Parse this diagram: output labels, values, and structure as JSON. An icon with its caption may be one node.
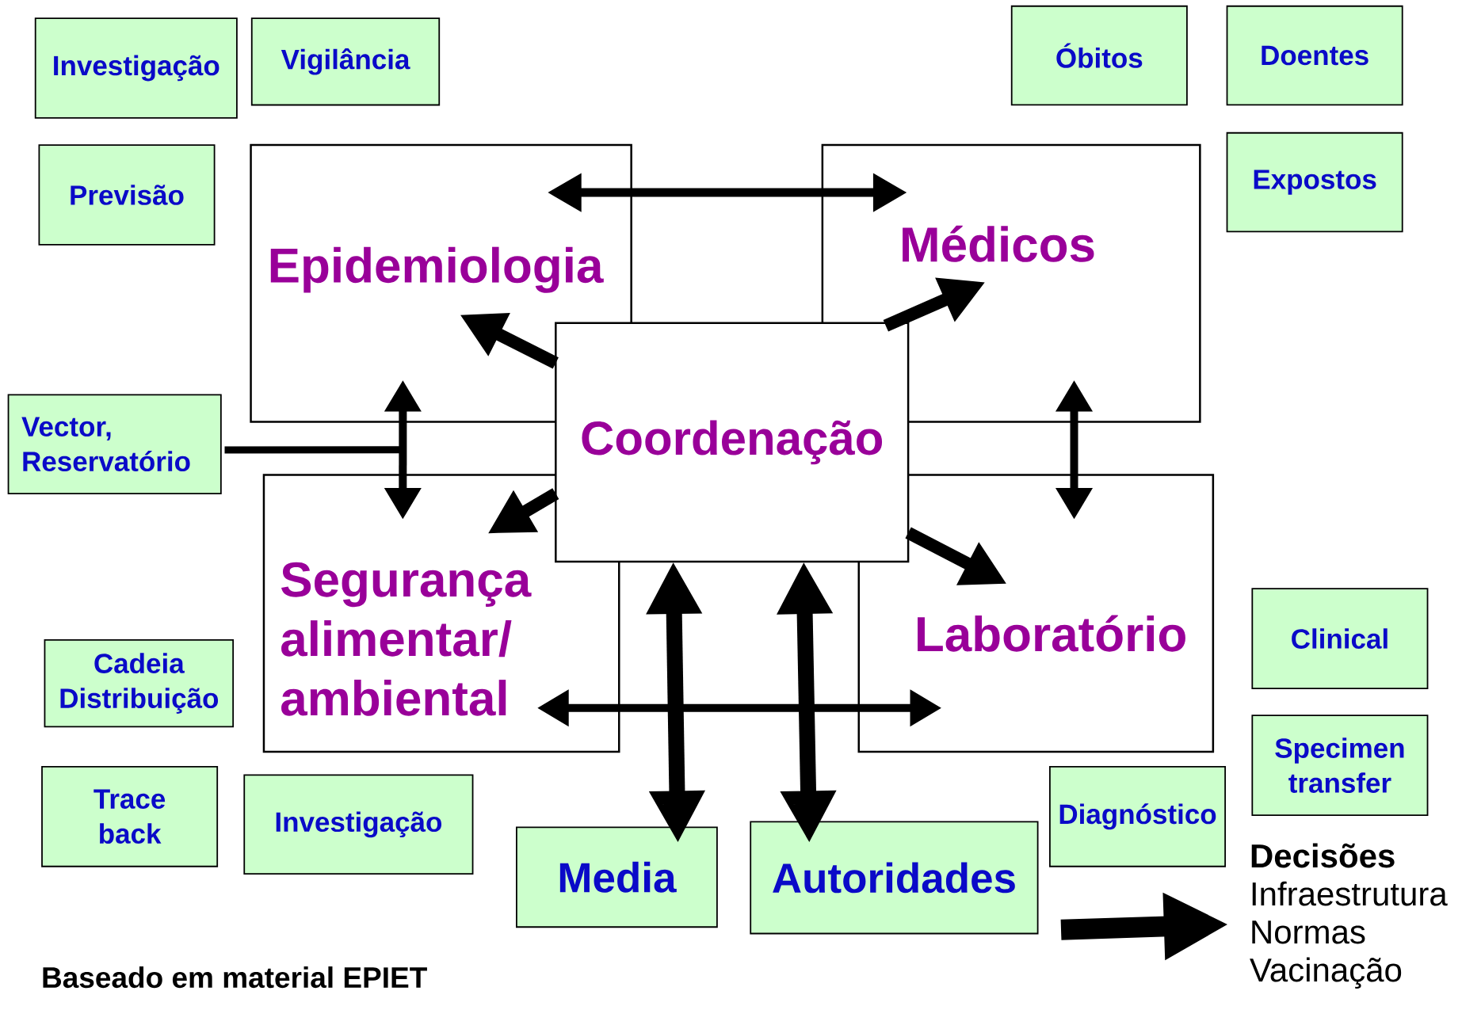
{
  "diagram": {
    "caption": "Baseado em material EPIET",
    "nodes": [
      {
        "text": [
          "Investigação"
        ]
      },
      {
        "text": [
          "Vigilância"
        ]
      },
      {
        "text": [
          "Óbitos"
        ]
      },
      {
        "text": [
          "Doentes"
        ]
      },
      {
        "text": [
          "Previsão"
        ]
      },
      {
        "text": [
          "Epidemiologia"
        ]
      },
      {
        "text": [
          "Médicos"
        ]
      },
      {
        "text": [
          "Expostos"
        ]
      },
      {
        "text": [
          "Coordenação"
        ]
      },
      {
        "text": [
          "Vector, Reservatório"
        ]
      },
      {
        "text": [
          "Segurança alimentar/ ambiental"
        ]
      },
      {
        "text": [
          "Laboratório"
        ]
      },
      {
        "text": [
          "Clinical"
        ]
      },
      {
        "text": [
          "Cadeia Distribuição"
        ]
      },
      {
        "text": [
          "Specimen transfer"
        ]
      },
      {
        "text": [
          "Trace back"
        ]
      },
      {
        "text": [
          "Investigação"
        ]
      },
      {
        "text": [
          "Diagnóstico"
        ]
      },
      {
        "text": [
          "Media"
        ]
      },
      {
        "text": [
          "Autoridades"
        ]
      },
      {
        "text": [
          "Decisões",
          "Infraestrutura Normas Vacinação"
        ]
      }
    ],
    "edges": [
      {
        "from": 5,
        "to": 6,
        "arrow": "both"
      },
      {
        "from": 8,
        "to": 5,
        "arrow": "to"
      },
      {
        "from": 8,
        "to": 6,
        "arrow": "to"
      },
      {
        "from": 8,
        "to": 10,
        "arrow": "to"
      },
      {
        "from": 8,
        "to": 11,
        "arrow": "to"
      },
      {
        "from": 5,
        "to": 10,
        "arrow": "both"
      },
      {
        "from": 9,
        "to": null,
        "arrow": "none"
      },
      {
        "from": 6,
        "to": 11,
        "arrow": "both"
      },
      {
        "from": 8,
        "to": 18,
        "arrow": "both"
      },
      {
        "from": 8,
        "to": 19,
        "arrow": "both"
      },
      {
        "from": 10,
        "to": 11,
        "arrow": "both"
      },
      {
        "from": null,
        "to": 20,
        "arrow": "to"
      }
    ]
  }
}
